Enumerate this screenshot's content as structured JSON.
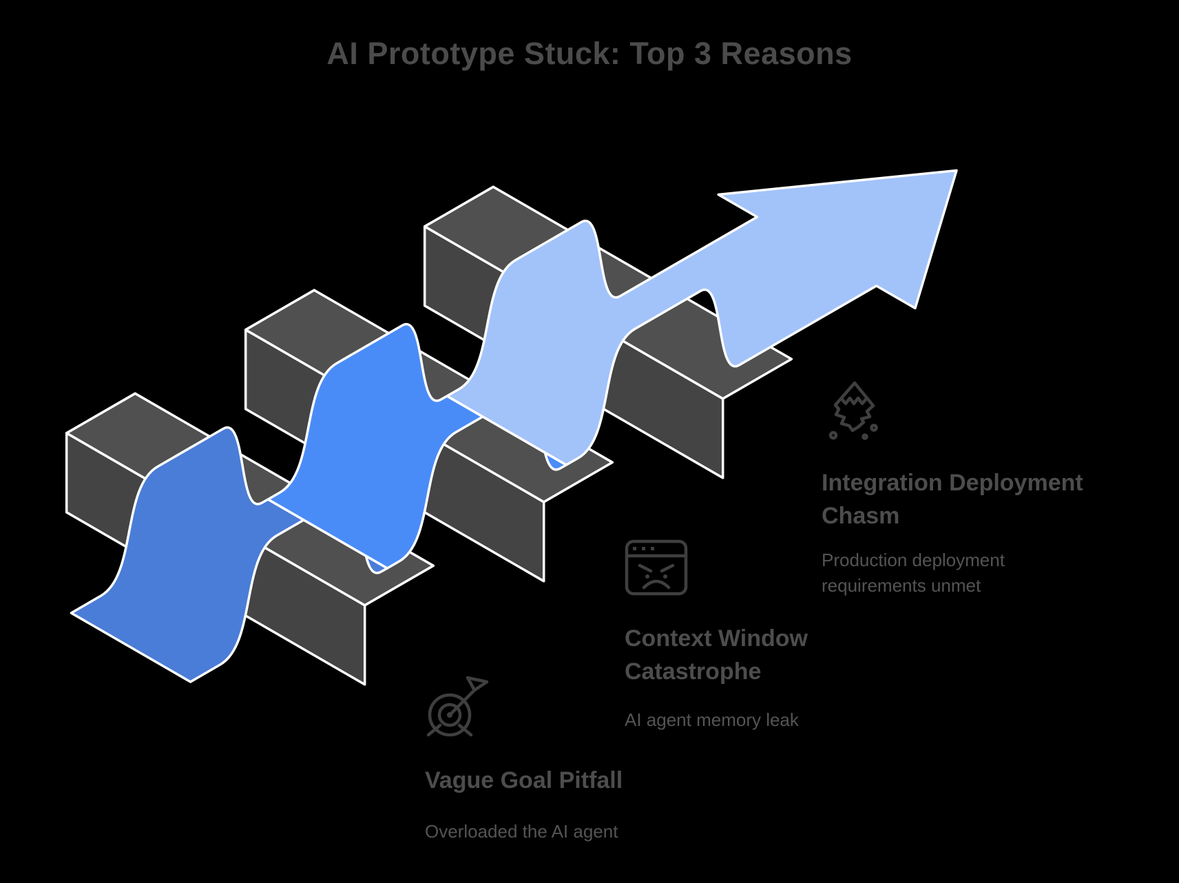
{
  "title": "AI Prototype Stuck: Top 3 Reasons",
  "colors": {
    "bg": "#000000",
    "title": "#4b4b4b",
    "heading": "#4d4d4d",
    "subtitle": "#545454",
    "icon": "#3f3f3f",
    "outline": "#ffffff",
    "blockTop": "#505050",
    "blockFront": "#444444",
    "blockEnd": "#3a3a3a",
    "ribbonStart": "#4a7dd7",
    "ribbonMiddle": "#4a8cf7",
    "ribbonEnd": "#a2c3fa"
  },
  "sections": [
    {
      "id": "vague-goal",
      "icon": "target-icon",
      "heading": "Vague Goal Pitfall",
      "subtitle": "Overloaded the AI agent"
    },
    {
      "id": "context-window",
      "icon": "angry-browser-icon",
      "heading": "Context Window Catastrophe",
      "subtitle": "AI agent memory leak"
    },
    {
      "id": "integration",
      "icon": "mountain-icon",
      "heading": "Integration Deployment Chasm",
      "subtitle": "Production deployment requirements unmet"
    }
  ],
  "illustration": {
    "hurdle_count": 3,
    "ribbon_segment_colors": [
      "ribbonStart",
      "ribbonMiddle",
      "ribbonEnd"
    ],
    "arrow_direction": "up-right"
  }
}
